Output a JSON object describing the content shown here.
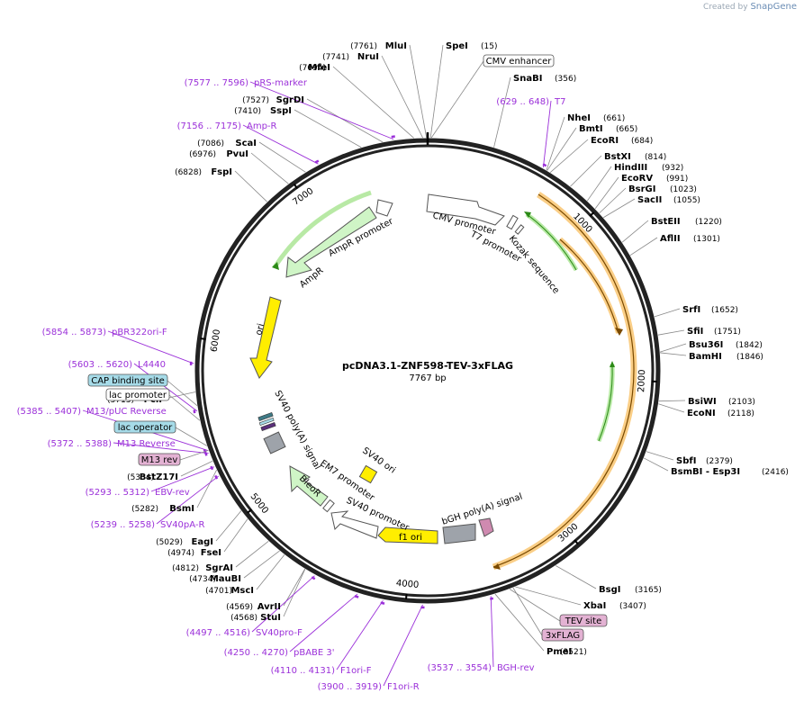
{
  "watermark": {
    "created_by": "Created by",
    "brand": "SnapGene"
  },
  "plasmid": {
    "name": "pcDNA3.1-ZNF598-TEV-3xFLAG",
    "length_label": "7767 bp",
    "length": 7767
  },
  "ring_ticks": [
    "1000",
    "2000",
    "3000",
    "4000",
    "5000",
    "6000",
    "7000"
  ],
  "sites": [
    {
      "name": "SpeI",
      "pos": "(15)",
      "bp": 15
    },
    {
      "name": "SnaBI",
      "pos": "(356)",
      "bp": 356
    },
    {
      "name": "NheI",
      "pos": "(661)",
      "bp": 661
    },
    {
      "name": "BmtI",
      "pos": "(665)",
      "bp": 665
    },
    {
      "name": "EcoRI",
      "pos": "(684)",
      "bp": 684
    },
    {
      "name": "BstXI",
      "pos": "(814)",
      "bp": 814
    },
    {
      "name": "HindIII",
      "pos": "(932)",
      "bp": 932
    },
    {
      "name": "EcoRV",
      "pos": "(991)",
      "bp": 991
    },
    {
      "name": "BsrGI",
      "pos": "(1023)",
      "bp": 1023
    },
    {
      "name": "SacII",
      "pos": "(1055)",
      "bp": 1055
    },
    {
      "name": "BstEII",
      "pos": "(1220)",
      "bp": 1220
    },
    {
      "name": "AflII",
      "pos": "(1301)",
      "bp": 1301
    },
    {
      "name": "SrfI",
      "pos": "(1652)",
      "bp": 1652
    },
    {
      "name": "SfiI",
      "pos": "(1751)",
      "bp": 1751
    },
    {
      "name": "Bsu36I",
      "pos": "(1842)",
      "bp": 1842
    },
    {
      "name": "BamHI",
      "pos": "(1846)",
      "bp": 1846
    },
    {
      "name": "BsiWI",
      "pos": "(2103)",
      "bp": 2103
    },
    {
      "name": "EcoNI",
      "pos": "(2118)",
      "bp": 2118
    },
    {
      "name": "SbfI",
      "pos": "(2379)",
      "bp": 2379
    },
    {
      "name": "BsmBI - Esp3I",
      "pos": "(2416)",
      "bp": 2416
    },
    {
      "name": "BsgI",
      "pos": "(3165)",
      "bp": 3165
    },
    {
      "name": "XbaI",
      "pos": "(3407)",
      "bp": 3407
    },
    {
      "name": "PmeI",
      "pos": "(3521)",
      "bp": 3521
    },
    {
      "name": "StuI",
      "pos": "(4568)",
      "bp": 4568
    },
    {
      "name": "AvrII",
      "pos": "(4569)",
      "bp": 4569
    },
    {
      "name": "MscI",
      "pos": "(4701)",
      "bp": 4701
    },
    {
      "name": "MauBI",
      "pos": "(4734)",
      "bp": 4734
    },
    {
      "name": "SgrAI",
      "pos": "(4812)",
      "bp": 4812
    },
    {
      "name": "FseI",
      "pos": "(4974)",
      "bp": 4974
    },
    {
      "name": "EagI",
      "pos": "(5029)",
      "bp": 5029
    },
    {
      "name": "BsmI",
      "pos": "(5282)",
      "bp": 5282
    },
    {
      "name": "BstZ17I",
      "pos": "(5334)",
      "bp": 5334
    },
    {
      "name": "PciI",
      "pos": "(5713)",
      "bp": 5713
    },
    {
      "name": "FspI",
      "pos": "(6828)",
      "bp": 6828
    },
    {
      "name": "PvuI",
      "pos": "(6976)",
      "bp": 6976
    },
    {
      "name": "ScaI",
      "pos": "(7086)",
      "bp": 7086
    },
    {
      "name": "SspI",
      "pos": "(7410)",
      "bp": 7410
    },
    {
      "name": "SgrDI",
      "pos": "(7527)",
      "bp": 7527
    },
    {
      "name": "MfeI",
      "pos": "(7694)",
      "bp": 7694
    },
    {
      "name": "NruI",
      "pos": "(7741)",
      "bp": 7741
    },
    {
      "name": "MluI",
      "pos": "(7761)",
      "bp": 7761
    }
  ],
  "primers": [
    {
      "name": "T7",
      "pos": "(629 .. 648)"
    },
    {
      "name": "BGH-rev",
      "pos": "(3537 .. 3554)"
    },
    {
      "name": "F1ori-R",
      "pos": "(3900 .. 3919)"
    },
    {
      "name": "F1ori-F",
      "pos": "(4110 .. 4131)"
    },
    {
      "name": "pBABE 3'",
      "pos": "(4250 .. 4270)"
    },
    {
      "name": "SV40pro-F",
      "pos": "(4497 .. 4516)"
    },
    {
      "name": "SV40pA-R",
      "pos": "(5239 .. 5258)"
    },
    {
      "name": "EBV-rev",
      "pos": "(5293 .. 5312)"
    },
    {
      "name": "M13 Reverse",
      "pos": "(5372 .. 5388)"
    },
    {
      "name": "M13/pUC Reverse",
      "pos": "(5385 .. 5407)"
    },
    {
      "name": "L4440",
      "pos": "(5603 .. 5620)"
    },
    {
      "name": "pBR322ori-F",
      "pos": "(5854 .. 5873)"
    },
    {
      "name": "Amp-R",
      "pos": "(7156 .. 7175)"
    },
    {
      "name": "pRS-marker",
      "pos": "(7577 .. 7596)"
    }
  ],
  "boxed_labels": [
    {
      "name": "CMV enhancer"
    },
    {
      "name": "TEV site"
    },
    {
      "name": "3xFLAG"
    },
    {
      "name": "CAP binding site"
    },
    {
      "name": "lac promoter"
    },
    {
      "name": "lac operator"
    },
    {
      "name": "M13 rev"
    }
  ],
  "features": [
    {
      "name": "CMV promoter"
    },
    {
      "name": "T7 promoter"
    },
    {
      "name": "Kozak sequence"
    },
    {
      "name": "AmpR promoter"
    },
    {
      "name": "AmpR"
    },
    {
      "name": "ori"
    },
    {
      "name": "SV40 poly(A) signal"
    },
    {
      "name": "EM7 promoter"
    },
    {
      "name": "BleoR"
    },
    {
      "name": "SV40 ori"
    },
    {
      "name": "SV40 promoter"
    },
    {
      "name": "f1 ori"
    },
    {
      "name": "bGH poly(A) signal"
    }
  ],
  "colors": {
    "backbone": "#222222",
    "primer": "#9b30d9",
    "cds_green": "#cff5c6",
    "cds_green_stroke": "#2b8a16",
    "orf_orange": "#f5a623",
    "promoter_fill": "#ffffff",
    "ori_yellow": "#ffee00",
    "polyA_gray": "#9ea3aa",
    "feature_blue": "#a6dbe8",
    "feature_pink": "#e3b2d3"
  }
}
